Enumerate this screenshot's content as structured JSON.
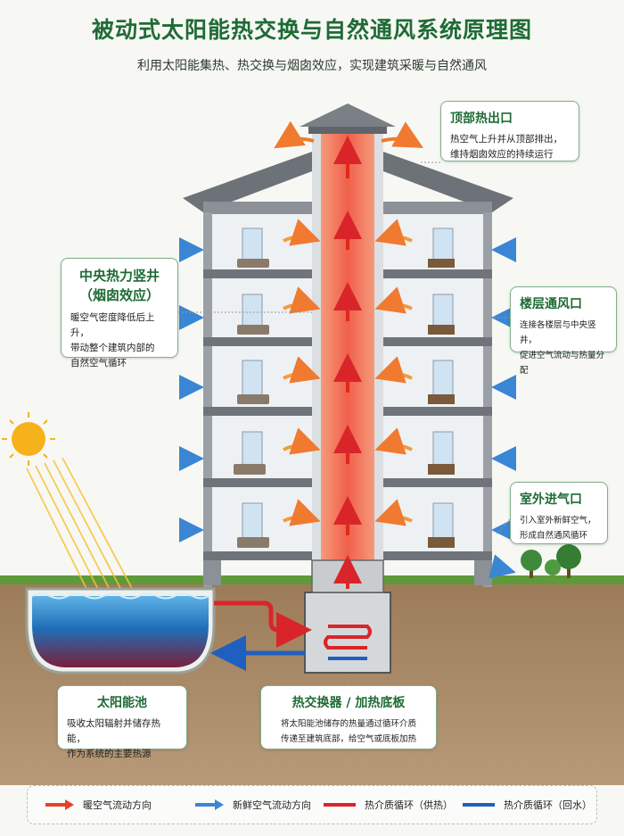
{
  "title": "被动式太阳能热交换与自然通风系统原理图",
  "subtitle": "利用太阳能集热、热交换与烟囱效应，实现建筑采暖与自然通风",
  "callouts": {
    "top_outlet": {
      "title": "顶部热出口",
      "body": "热空气上升并从顶部排出，\n维持烟囱效应的持续运行"
    },
    "central_shaft": {
      "title": "中央热力竖井\n（烟囱效应）",
      "body": "暖空气密度降低后上升，\n带动整个建筑内部的\n自然空气循环"
    },
    "floor_vents": {
      "title": "楼层通风口",
      "body": "连接各楼层与中央竖井，\n促进空气流动与热量分配"
    },
    "outdoor_inlet": {
      "title": "室外进气口",
      "body": "引入室外新鲜空气，\n形成自然通风循环"
    },
    "solar_pond": {
      "title": "太阳能池",
      "body": "吸收太阳辐射并储存热能，\n作为系统的主要热源"
    },
    "heat_exchanger": {
      "title": "热交换器 / 加热底板",
      "body": "将太阳能池储存的热量通过循环介质\n传递至建筑底部，给空气或底板加热"
    }
  },
  "legend": [
    {
      "label": "暖空气流动方向",
      "icon": "warm-air-arrow-icon",
      "color": "#e8402a"
    },
    {
      "label": "新鲜空气流动方向",
      "icon": "fresh-air-arrow-icon",
      "color": "#3a86d4"
    },
    {
      "label": "热介质循环（供热）",
      "icon": "supply-line-icon",
      "color": "#d9252a"
    },
    {
      "label": "热介质循环（回水）",
      "icon": "return-line-icon",
      "color": "#1f5fbf"
    }
  ],
  "colors": {
    "accent": "#1f6b35",
    "warm": "#e8402a",
    "fresh": "#3a86d4",
    "supply": "#d9252a",
    "return": "#1f5fbf",
    "sun": "#f6b21a"
  }
}
